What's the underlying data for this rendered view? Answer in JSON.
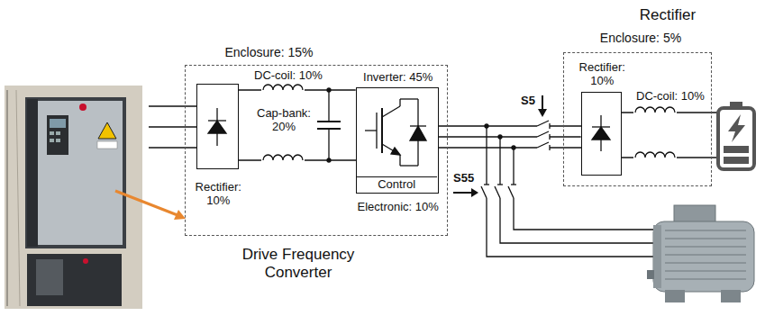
{
  "diagram": {
    "nodes": [
      {
        "text": [
          "Enclosure: 15%",
          "Drive Frequency Converter"
        ]
      },
      {
        "text": [
          "Rectifier: 10%"
        ],
        "in": 0
      },
      {
        "text": [
          "Inverter: 45%",
          "Control",
          "Electronic: 10%"
        ],
        "in": 0
      },
      {
        "text": [
          "Rectifier",
          "Enclosure: 5%"
        ]
      },
      {
        "text": [
          "Rectifier: 10%"
        ],
        "in": 3
      }
    ],
    "edges": [
      {
        "from": 1,
        "to": 2,
        "arrow": "none"
      },
      {
        "from": 2,
        "to": 4,
        "arrow": "none"
      }
    ],
    "labels": [
      "DC-coil: 10%",
      "Cap-bank: 20%",
      "S5",
      "S55",
      "DC-coil: 10%"
    ]
  }
}
